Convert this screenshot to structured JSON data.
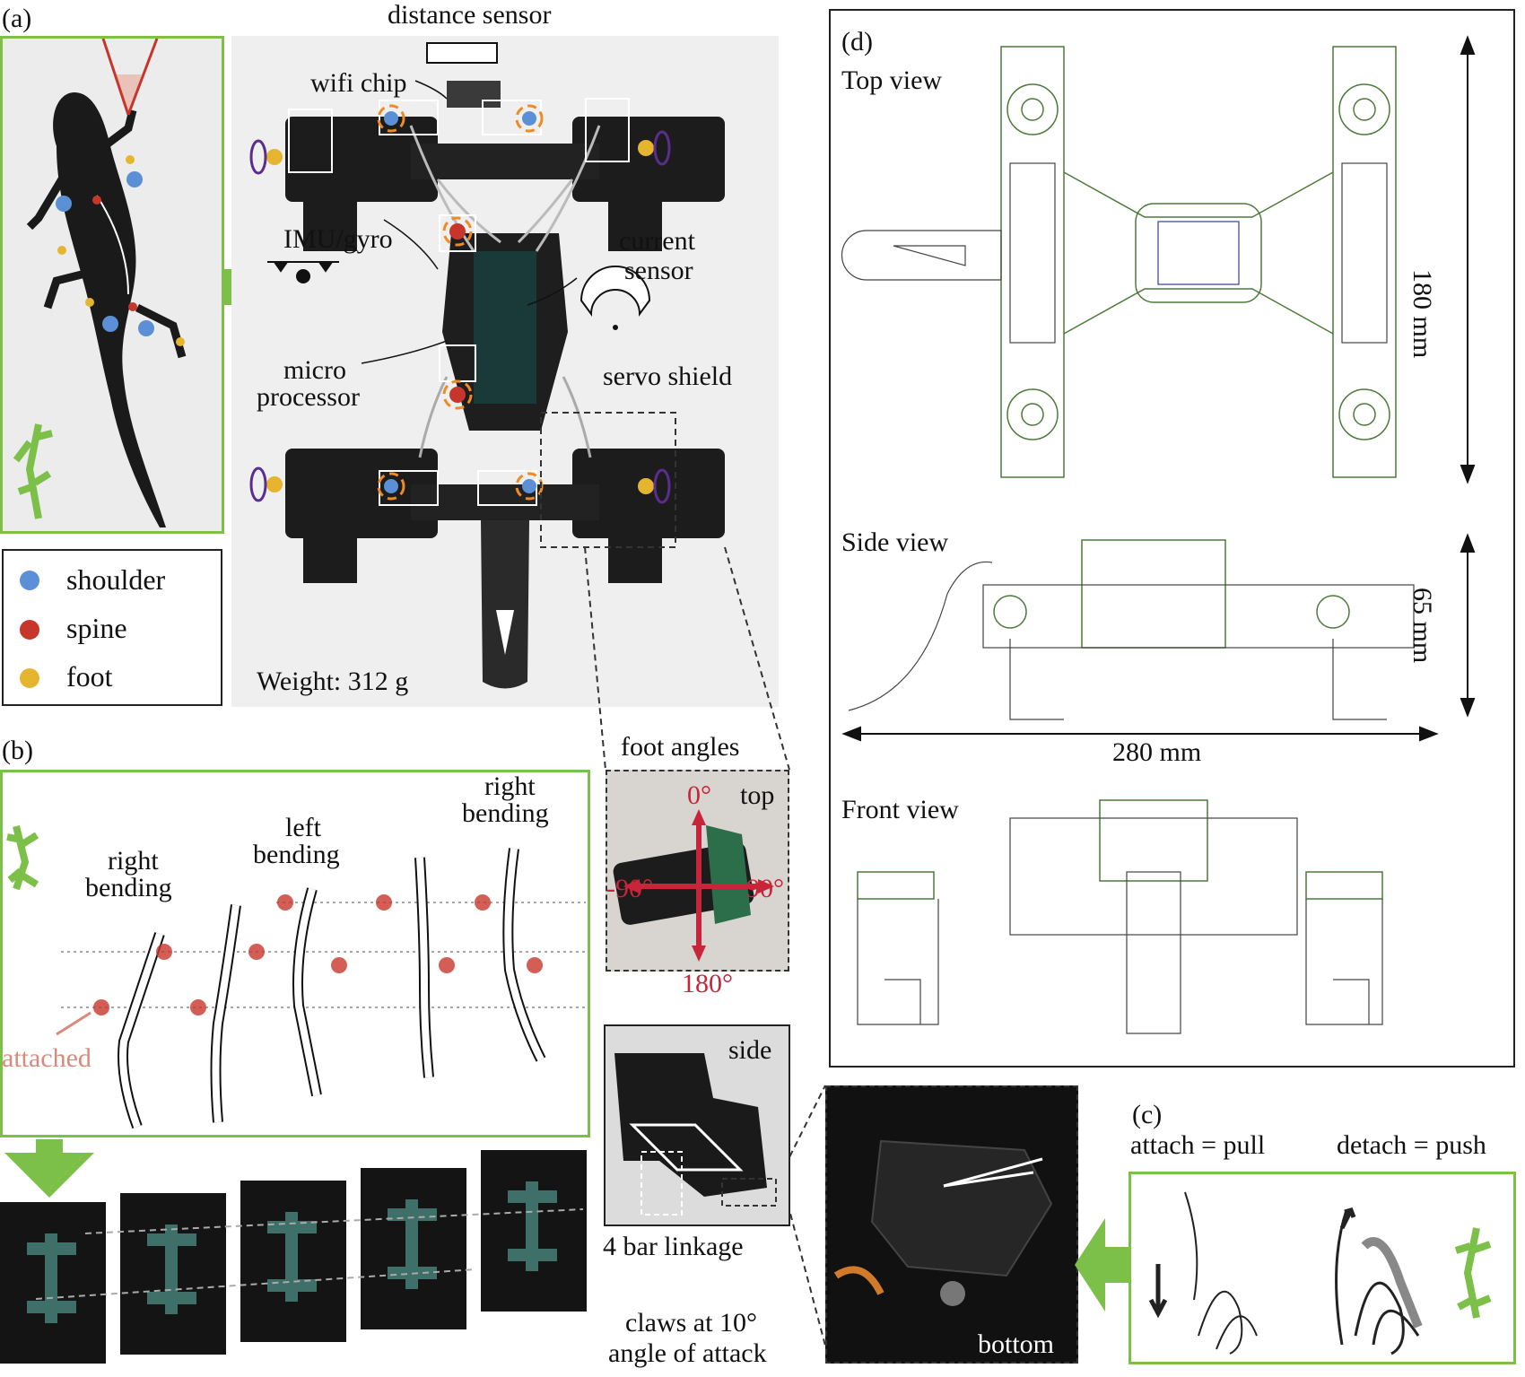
{
  "panels": {
    "a": "(a)",
    "b": "(b)",
    "c": "(c)",
    "d": "(d)"
  },
  "panel_a": {
    "labels": {
      "distance_sensor": "distance sensor",
      "wifi_chip": "wifi chip",
      "imu_gyro": "IMU/gyro",
      "current_sensor_1": "current",
      "current_sensor_2": "sensor",
      "micro_1": "micro",
      "micro_2": "processor",
      "servo_shield": "servo shield",
      "weight": "Weight: 312 g"
    },
    "legend": [
      {
        "label": "shoulder",
        "color": "#5b8fd6"
      },
      {
        "label": "spine",
        "color": "#c8362b"
      },
      {
        "label": "foot",
        "color": "#e6b530"
      }
    ]
  },
  "foot_angles": {
    "title": "foot angles",
    "top": "top",
    "angle_0": "0°",
    "angle_90": "90°",
    "angle_neg90": "-90°",
    "angle_180": "180°"
  },
  "panel_b": {
    "labels": {
      "right_bending_1a": "right",
      "right_bending_1b": "bending",
      "left_bending_a": "left",
      "left_bending_b": "bending",
      "right_bending_2a": "right",
      "right_bending_2b": "bending",
      "attached": "attached"
    }
  },
  "side_photo": {
    "side": "side",
    "caption": "4 bar linkage"
  },
  "bottom_photo": {
    "bottom": "bottom",
    "caption_1": "claws at 10°",
    "caption_2": "angle of attack"
  },
  "panel_c": {
    "attach": "attach = pull",
    "detach": "detach = push"
  },
  "panel_d": {
    "top_view": "Top view",
    "side_view": "Side view",
    "front_view": "Front view",
    "dim_180": "180 mm",
    "dim_65": "65 mm",
    "dim_280": "280 mm"
  },
  "colors": {
    "green": "#7cc04a",
    "red": "#c8362b",
    "orange": "#f08a24",
    "purple": "#5a2d91",
    "blue": "#5b8fd6",
    "yellow": "#e6b530"
  }
}
